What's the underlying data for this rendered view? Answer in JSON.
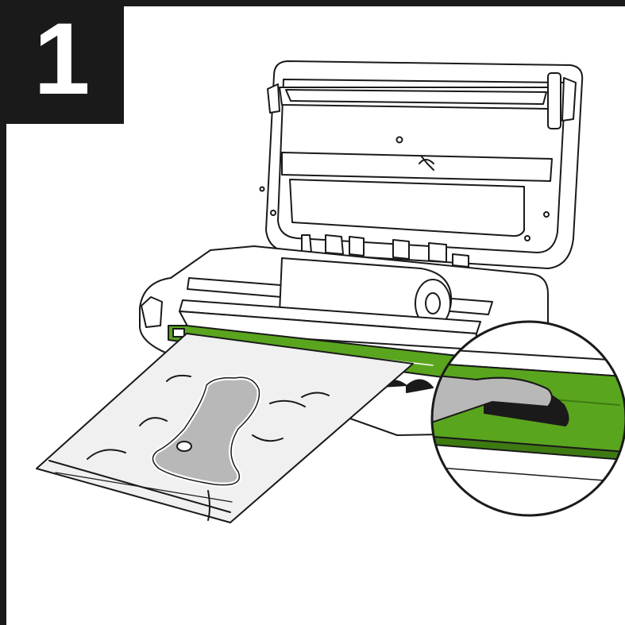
{
  "step": {
    "number": "1"
  },
  "colors": {
    "frame": "#1a1a1a",
    "accent_green": "#5aa51e",
    "outline": "#1a1a1a",
    "bag_fill": "#f0f0f0",
    "food_fill": "#b8b8b8"
  },
  "icons": {
    "illustration": "vacuum-sealer-open-lid-with-bag-inserted",
    "callout": "magnified-drip-tray-detail"
  }
}
